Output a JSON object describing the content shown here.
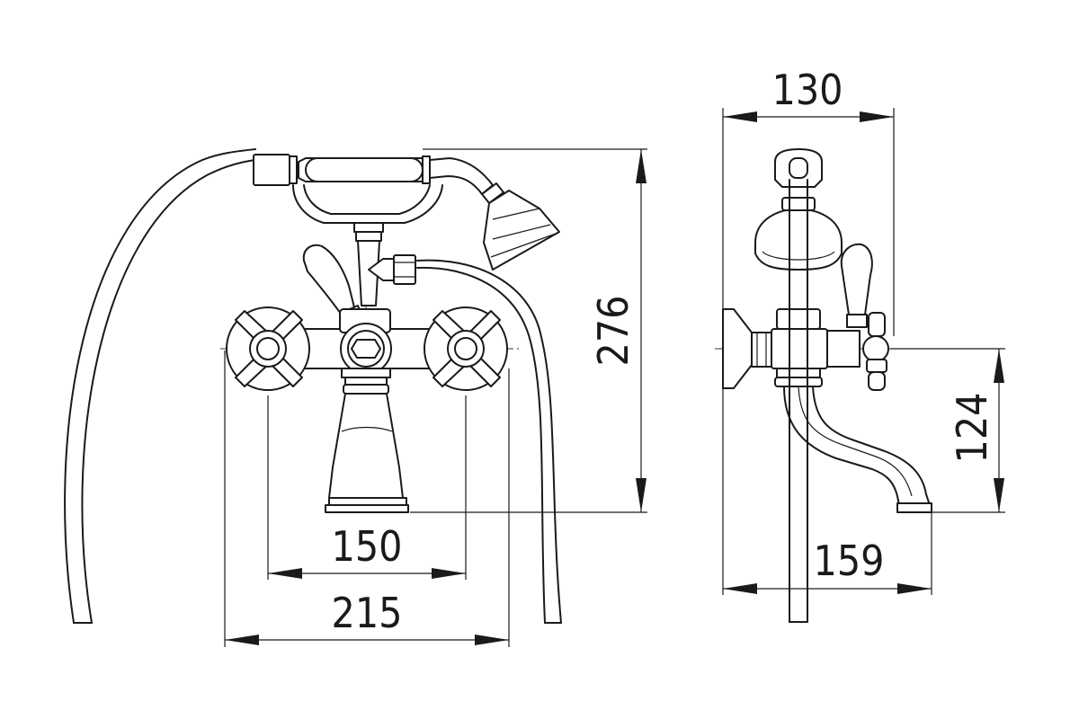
{
  "drawing": {
    "type": "technical-drawing",
    "subject": "bath mixer faucet with hand shower",
    "views": [
      "front",
      "side"
    ],
    "line_color": "#1a1a1a",
    "background": "#ffffff"
  },
  "dimensions": {
    "front_height": "276",
    "front_inner_width": "150",
    "front_outer_width": "215",
    "side_width": "130",
    "side_spout_height": "124",
    "side_spout_reach": "159"
  }
}
